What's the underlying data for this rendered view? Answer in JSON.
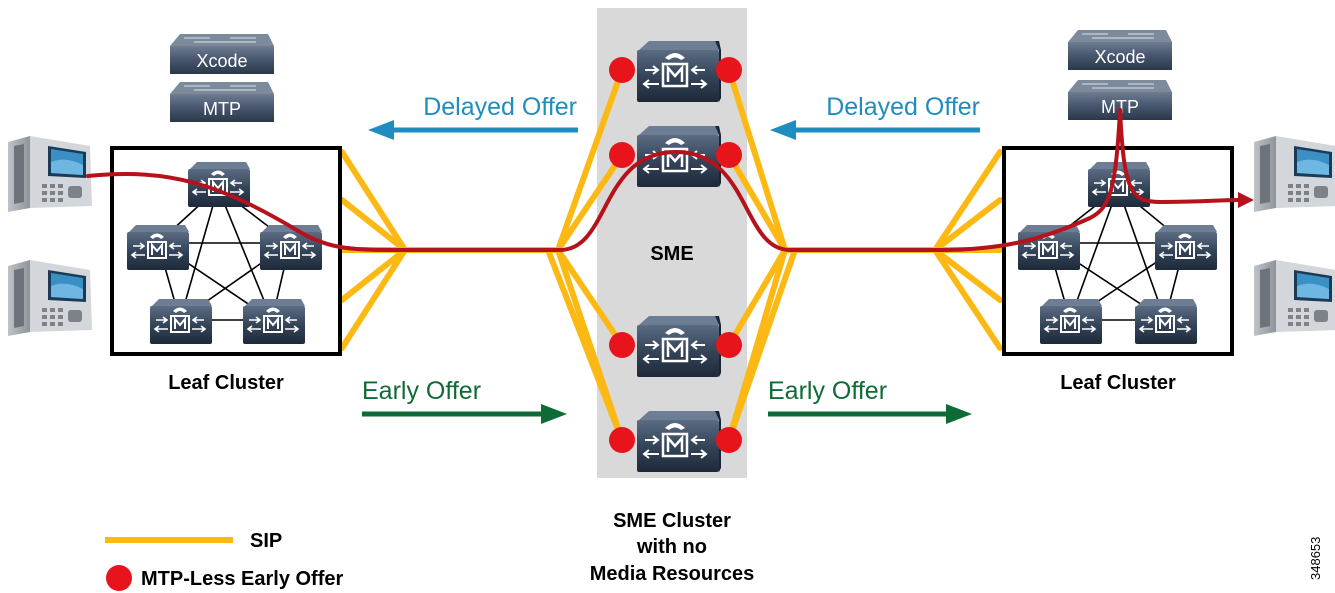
{
  "diagram": {
    "left_cluster_label": "Leaf Cluster",
    "right_cluster_label": "Leaf Cluster",
    "sme_label": "SME",
    "sme_cluster_caption": [
      "SME Cluster",
      "with no",
      "Media Resources"
    ],
    "offers": {
      "delayed_left": "Delayed Offer",
      "delayed_right": "Delayed Offer",
      "early_left": "Early Offer",
      "early_right": "Early Offer"
    },
    "media_devices": {
      "left_xcode": "Xcode",
      "left_mtp": "MTP",
      "right_xcode": "Xcode",
      "right_mtp": "MTP"
    },
    "legend": {
      "sip_label": "SIP",
      "mtp_less_label": "MTP-Less Early Offer"
    },
    "figure_id": "348653",
    "colors": {
      "sip_trunk": "#FDB913",
      "media_path": "#B5121B",
      "mtp_less_dot": "#E8141C",
      "delayed_offer": "#1F8DBF",
      "early_offer": "#0F6B36",
      "sme_band": "#D9D9D9",
      "server": "#2F3F54"
    }
  }
}
